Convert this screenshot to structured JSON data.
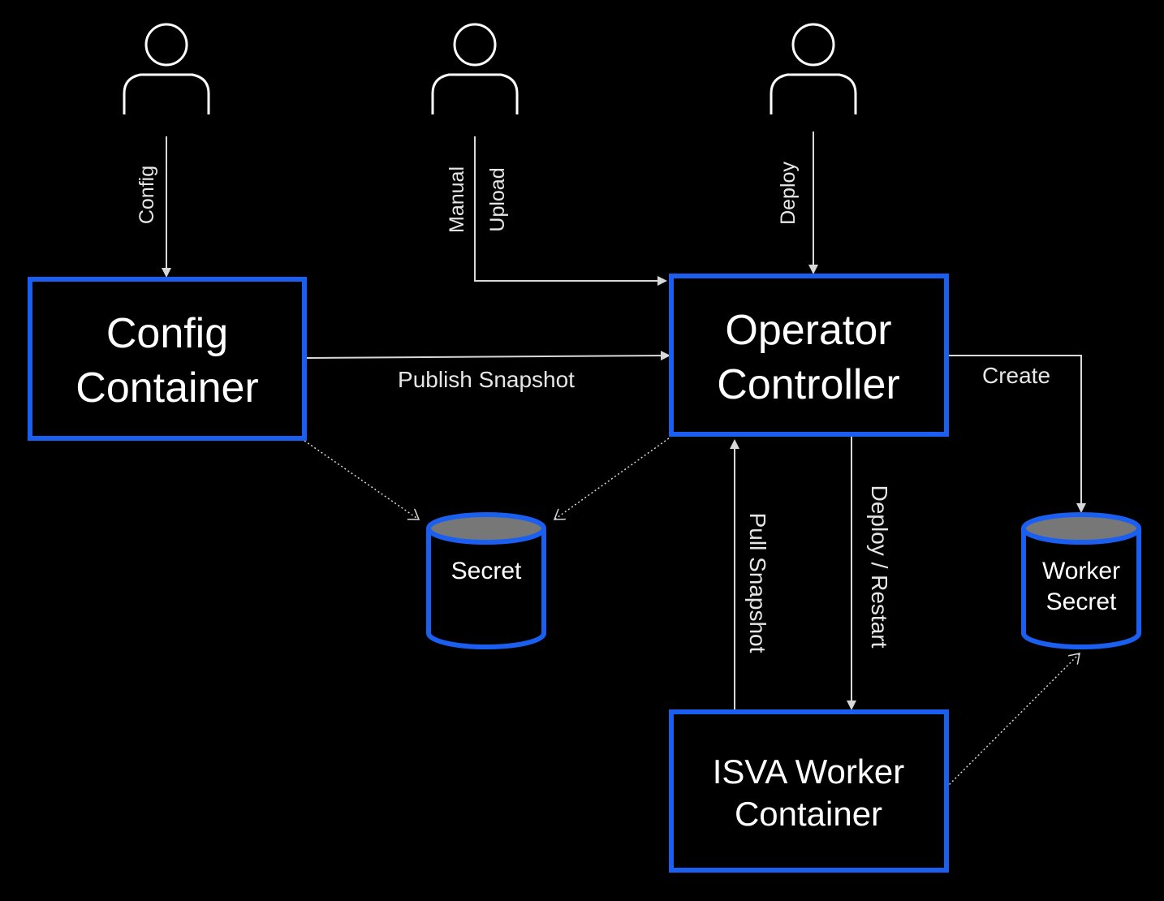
{
  "actors": [
    {
      "id": "actor-config"
    },
    {
      "id": "actor-upload"
    },
    {
      "id": "actor-deploy"
    }
  ],
  "nodes": {
    "config_container": {
      "line1": "Config",
      "line2": "Container"
    },
    "operator_controller": {
      "line1": "Operator",
      "line2": "Controller"
    },
    "worker_container": {
      "line1": "ISVA Worker",
      "line2": "Container"
    },
    "secret": {
      "line1": "Secret"
    },
    "worker_secret": {
      "line1": "Worker",
      "line2": "Secret"
    }
  },
  "edges": {
    "config": "Config",
    "manual": "Manual",
    "upload": "Upload",
    "deploy": "Deploy",
    "publish_snapshot": "Publish Snapshot",
    "create": "Create",
    "pull_snapshot": "Pull Snapshot",
    "deploy_restart": "Deploy / Restart"
  },
  "colors": {
    "background": "#000000",
    "box_border": "#1a5ff0",
    "cylinder_top": "#777777",
    "line": "#d8d8d8",
    "text": "#ffffff"
  }
}
